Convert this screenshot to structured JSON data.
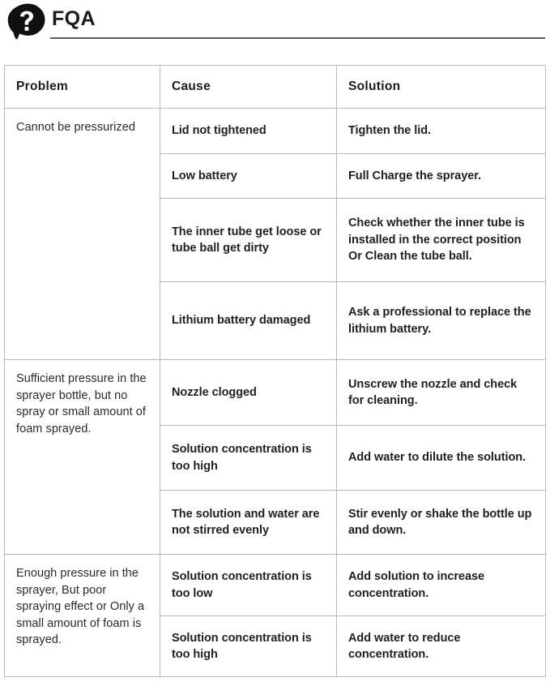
{
  "header": {
    "icon": "question-speech-bubble-icon",
    "title": "FQA"
  },
  "table": {
    "columns": [
      "Problem",
      "Cause",
      "Solution"
    ],
    "groups": [
      {
        "problem": "Cannot be pressurized",
        "rows": [
          {
            "cause": "Lid not tightened",
            "solution": "Tighten the lid."
          },
          {
            "cause": "Low battery",
            "solution": "Full Charge the sprayer."
          },
          {
            "cause": "The inner tube get loose or tube ball get dirty",
            "solution": "Check whether the inner tube is installed in the correct position Or Clean the tube ball."
          },
          {
            "cause": "Lithium battery damaged",
            "solution": "Ask a professional to replace the lithium battery."
          }
        ]
      },
      {
        "problem": "Sufficient pressure in the sprayer bottle, but no spray or small amount of foam sprayed.",
        "rows": [
          {
            "cause": "Nozzle clogged",
            "solution": "Unscrew the nozzle and check for cleaning."
          },
          {
            "cause": "Solution concentration is too high",
            "solution": "Add water to dilute the solution."
          },
          {
            "cause": "The solution and water are not stirred evenly",
            "solution": "Stir evenly or shake the bottle up and down."
          }
        ]
      },
      {
        "problem": "Enough pressure in the sprayer, But poor spraying effect or Only a small amount of foam is sprayed.",
        "rows": [
          {
            "cause": "Solution concentration is too low",
            "solution": "Add solution to increase concentration."
          },
          {
            "cause": "Solution concentration is too high",
            "solution": "Add water to reduce concentration."
          }
        ]
      }
    ]
  },
  "colors": {
    "text": "#231f20",
    "border": "#b9b9bb",
    "group_border": "#9b9b9d",
    "rule": "#5a5a5a",
    "icon": "#111111"
  }
}
